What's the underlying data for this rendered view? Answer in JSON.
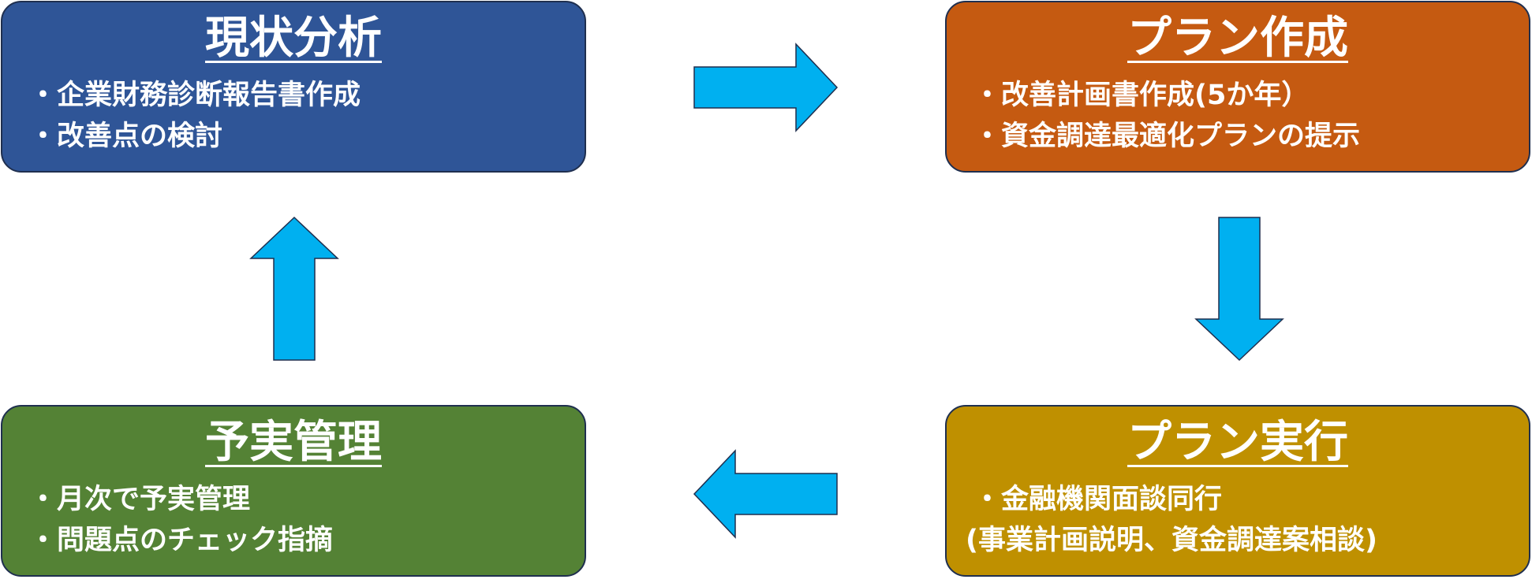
{
  "colors": {
    "analysis": "#2f5597",
    "plan": "#c55a11",
    "manage": "#548235",
    "execute": "#bf9000",
    "arrow": "#00b0f0"
  },
  "boxes": {
    "analysis": {
      "title": "現状分析",
      "items": [
        "・企業財務診断報告書作成",
        "・改善点の検討"
      ]
    },
    "plan": {
      "title": "プラン作成",
      "items": [
        "・改善計画書作成(5か年）",
        "・資金調達最適化プランの提示"
      ]
    },
    "execute": {
      "title": "プラン実行",
      "items": [
        "・金融機関面談同行",
        "(事業計画説明、資金調達案相談)"
      ]
    },
    "manage": {
      "title": "予実管理",
      "items": [
        "・月次で予実管理",
        "・問題点のチェック指摘"
      ]
    }
  }
}
